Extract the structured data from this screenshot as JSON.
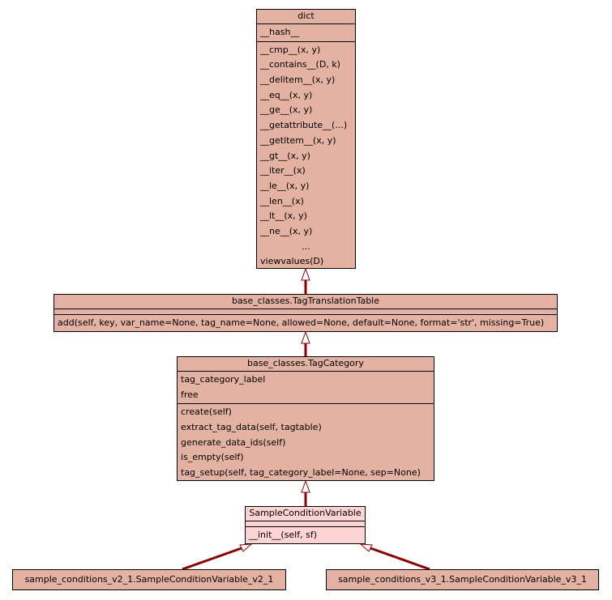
{
  "classes": {
    "dict": {
      "name": "dict",
      "attributes": [
        "__hash__"
      ],
      "methods": [
        "__cmp__(x, y)",
        "__contains__(D, k)",
        "__delitem__(x, y)",
        "__eq__(x, y)",
        "__ge__(x, y)",
        "__getattribute__(...)",
        "__getitem__(x, y)",
        "__gt__(x, y)",
        "__iter__(x)",
        "__le__(x, y)",
        "__len__(x)",
        "__lt__(x, y)",
        "__ne__(x, y)",
        "...",
        "viewvalues(D)"
      ]
    },
    "tag_translation_table": {
      "name": "base_classes.TagTranslationTable",
      "methods": [
        "add(self, key, var_name=None, tag_name=None, allowed=None, default=None, format='str', missing=True)"
      ]
    },
    "tag_category": {
      "name": "base_classes.TagCategory",
      "attributes": [
        "tag_category_label",
        "free"
      ],
      "methods": [
        "create(self)",
        "extract_tag_data(self, tagtable)",
        "generate_data_ids(self)",
        "is_empty(self)",
        "tag_setup(self, tag_category_label=None, sep=None)"
      ]
    },
    "sample_condition_variable": {
      "name": "SampleConditionVariable",
      "methods": [
        "__init__(self, sf)"
      ]
    },
    "v2_1": {
      "name": "sample_conditions_v2_1.SampleConditionVariable_v2_1"
    },
    "v3_1": {
      "name": "sample_conditions_v3_1.SampleConditionVariable_v3_1"
    }
  },
  "colors": {
    "class_fill": "#e3b2a3",
    "focus_fill": "#fdd3d3",
    "edge": "#8b0000"
  }
}
